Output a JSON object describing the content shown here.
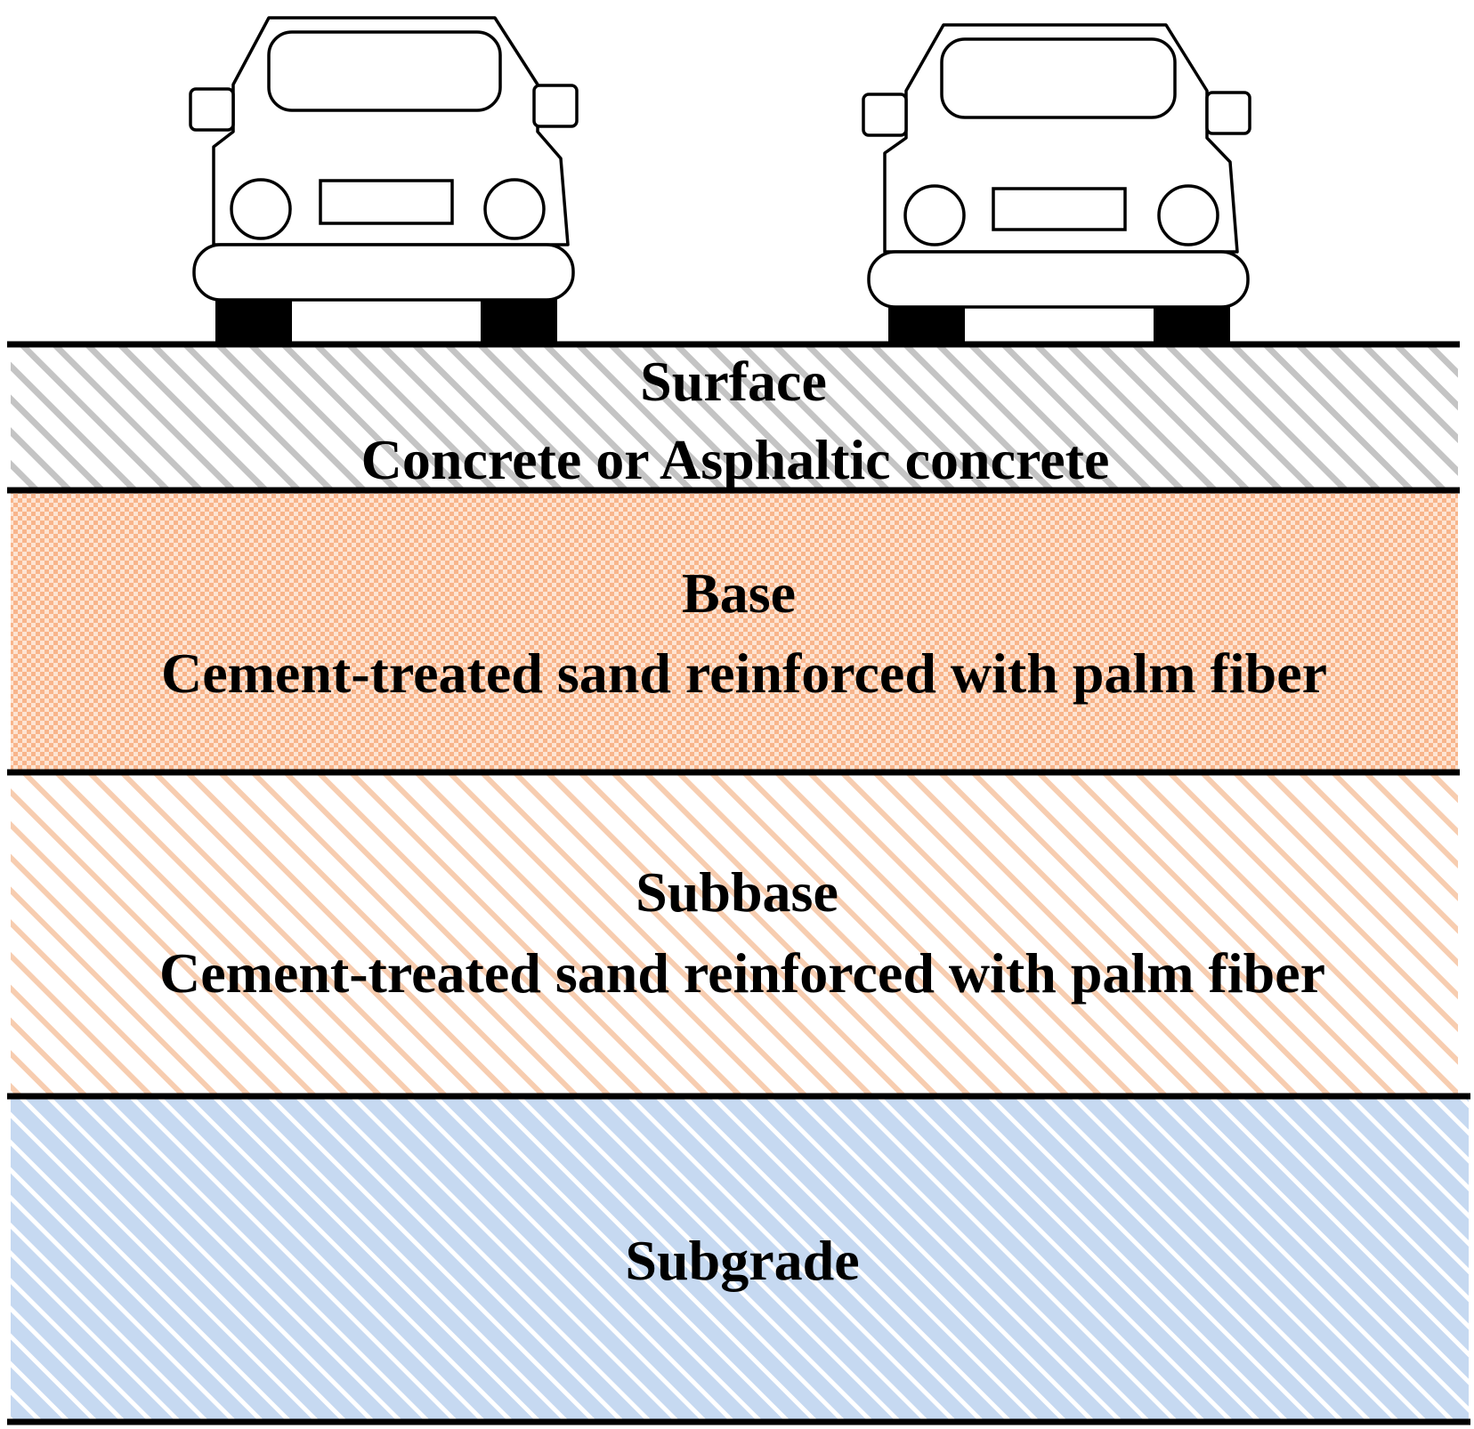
{
  "colors": {
    "line": "#000000",
    "surface_stripe": "#c4c4c4",
    "base_fill": "#f8b58b",
    "subbase_stripe": "#f7cdb0",
    "subgrade_fill": "#c6d9f1",
    "subgrade_stripe": "#ffffff"
  },
  "vehicles": [
    {
      "name": "car-left"
    },
    {
      "name": "car-right"
    }
  ],
  "layers": {
    "surface": {
      "title": "Surface",
      "material": "Concrete or Asphaltic concrete",
      "pattern": "grey-diagonal-hatch"
    },
    "base": {
      "title": "Base",
      "material": "Cement-treated sand reinforced with palm fiber",
      "pattern": "orange-checkerboard"
    },
    "subbase": {
      "title": "Subbase",
      "material": "Cement-treated sand reinforced with palm fiber",
      "pattern": "light-orange-diagonal-hatch"
    },
    "subgrade": {
      "title": "Subgrade",
      "pattern": "blue-diagonal-hatch"
    }
  }
}
